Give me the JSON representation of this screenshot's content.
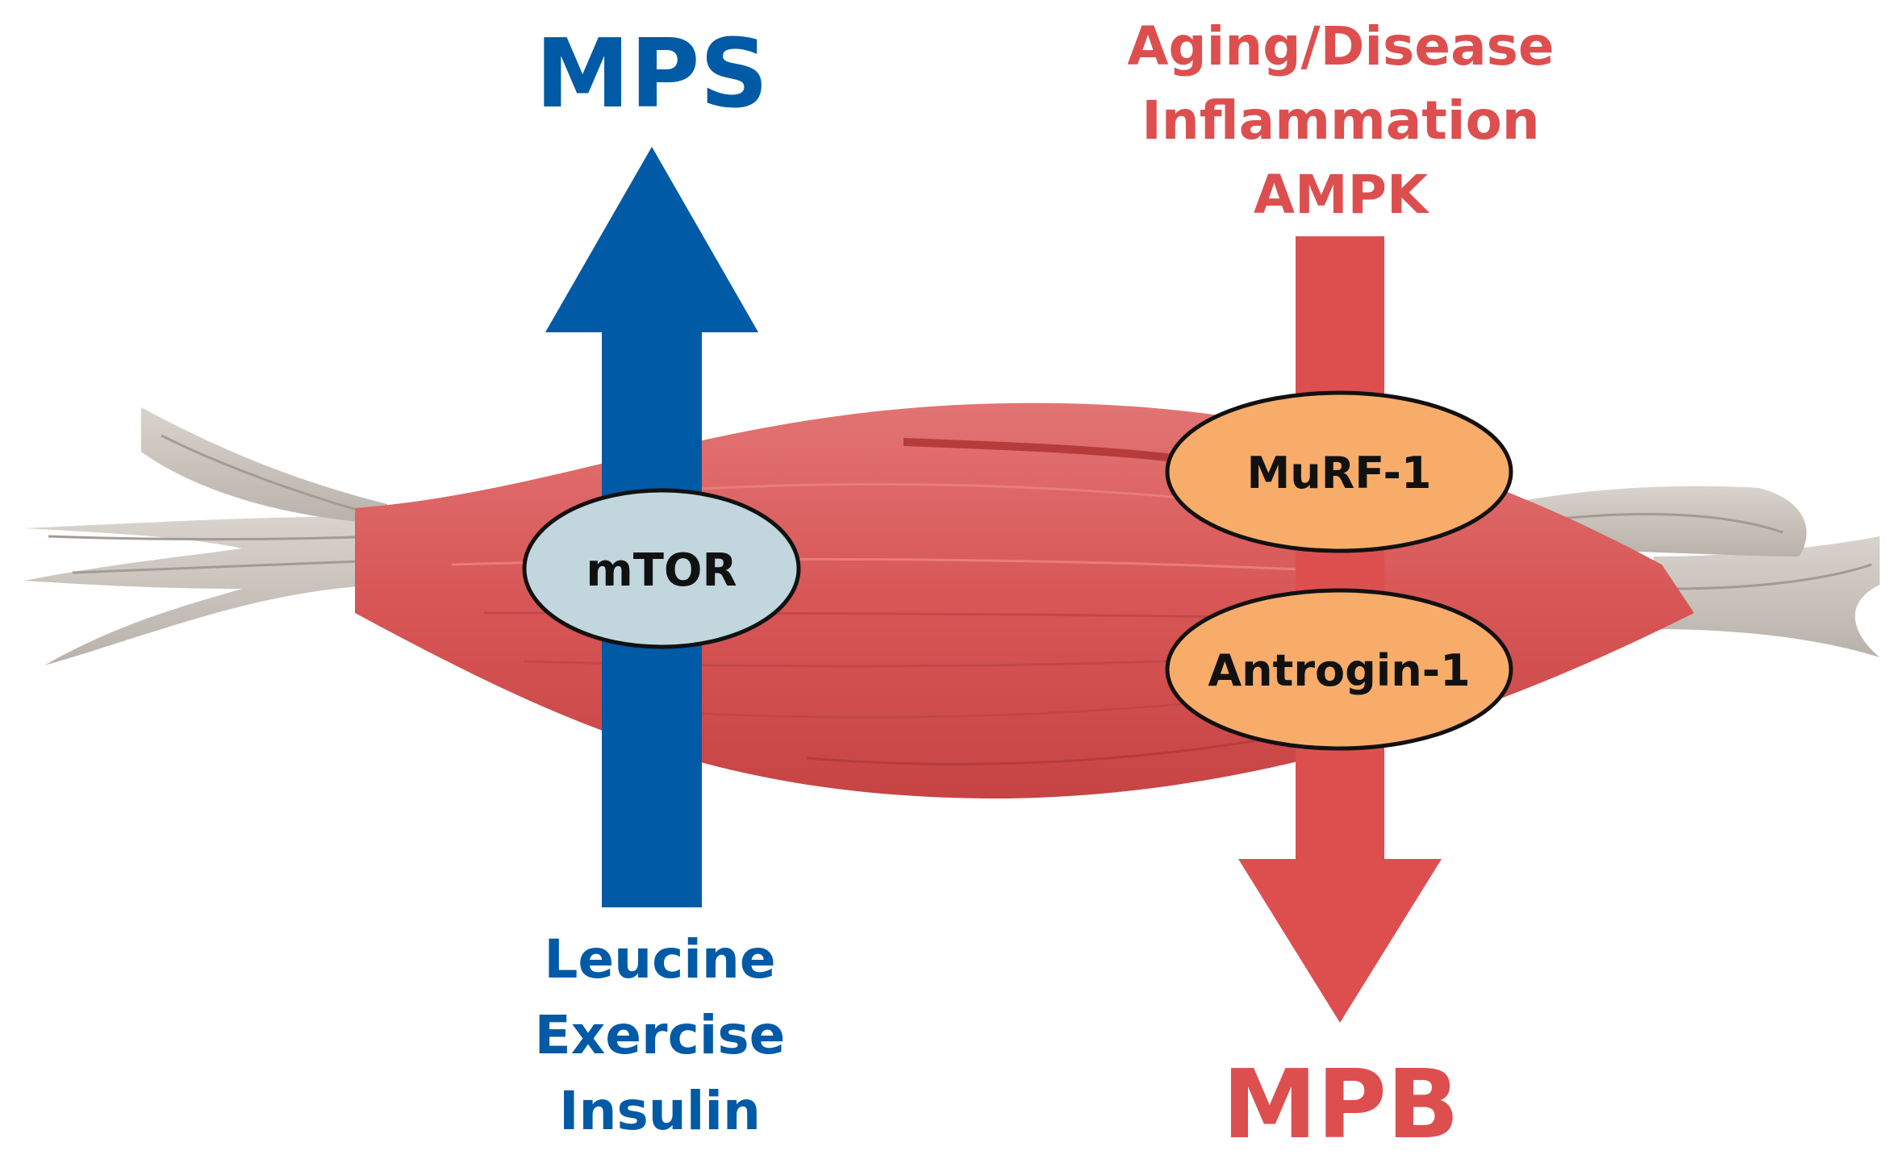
{
  "colors": {
    "synthesis_blue": "#005aa6",
    "breakdown_red": "#dd4f4f",
    "muscle_red": "#d85555",
    "tendon_gray": "#c8c2bb",
    "mtor_fill": "#c2d6de",
    "enzyme_fill": "#f8ac6a",
    "outline": "#111111"
  },
  "synthesis": {
    "title": "MPS",
    "stimuli": [
      "Leucine",
      "Exercise",
      "Insulin"
    ],
    "node": "mTOR",
    "direction": "up"
  },
  "breakdown": {
    "title": "MPB",
    "stimuli": [
      "Aging/Disease",
      "Inflammation",
      "AMPK"
    ],
    "nodes": [
      "MuRF-1",
      "Antrogin-1"
    ],
    "direction": "down"
  },
  "icons": {
    "muscle": "muscle-fiber-icon",
    "tendons": "tendon-icon"
  }
}
